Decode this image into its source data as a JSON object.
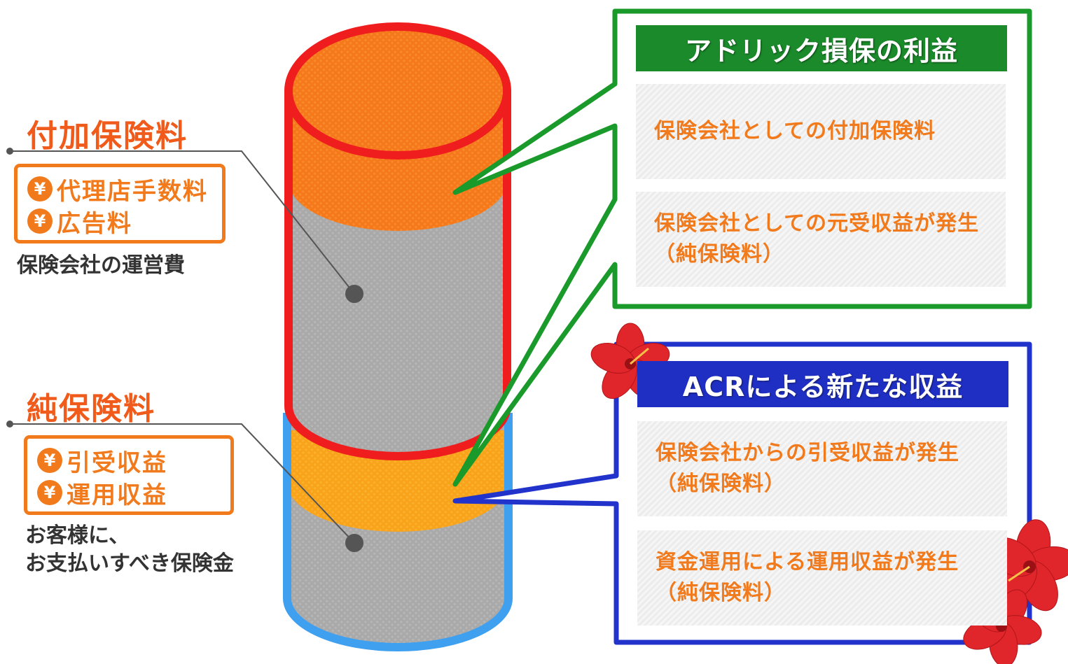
{
  "left": {
    "fuka": {
      "title": "付加保険料",
      "badges": [
        {
          "icon": "yen-icon",
          "label": "代理店手数料"
        },
        {
          "icon": "yen-icon",
          "label": "広告料"
        }
      ],
      "note": "保険会社の運営費"
    },
    "jun": {
      "title": "純保険料",
      "badges": [
        {
          "icon": "yen-icon",
          "label": "引受収益"
        },
        {
          "icon": "yen-icon",
          "label": "運用収益"
        }
      ],
      "note_line1": "お客様に、",
      "note_line2": "お支払いすべき保険金"
    },
    "yen_symbol": "¥"
  },
  "panels": {
    "profit": {
      "title": "アドリック損保の利益",
      "items": [
        {
          "line1": "保険会社としての付加保険料",
          "line2": ""
        },
        {
          "line1": "保険会社としての元受収益が発生",
          "line2": "（純保険料）"
        }
      ]
    },
    "acr": {
      "title": "ACRによる新たな収益",
      "items": [
        {
          "line1": "保険会社からの引受収益が発生",
          "line2": "（純保険料）"
        },
        {
          "line1": "資金運用による運用収益が発生",
          "line2": "（純保険料）"
        }
      ]
    }
  },
  "colors": {
    "orange": "#f07a1c",
    "red": "#ef1d1d",
    "lightBlue": "#3fa0f0",
    "green": "#1a8a2a",
    "blue": "#1f2fc4",
    "gray": "#a9a9a9",
    "amber": "#f7a11a"
  }
}
